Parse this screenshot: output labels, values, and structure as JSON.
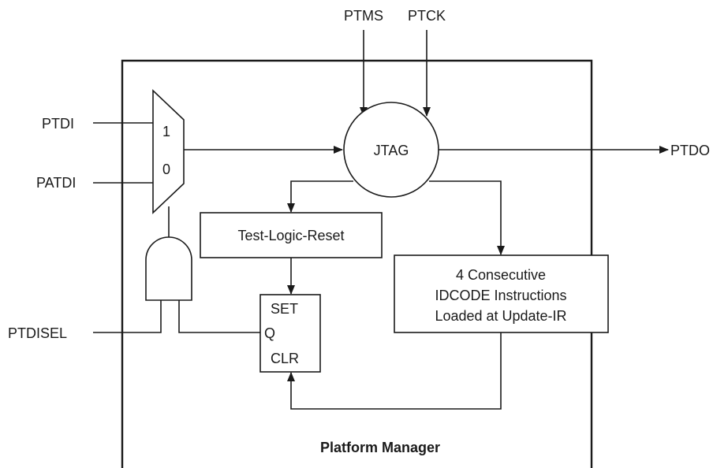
{
  "inputs": {
    "ptms": "PTMS",
    "ptck": "PTCK",
    "ptdi": "PTDI",
    "patdi": "PATDI",
    "ptdisel": "PTDISEL"
  },
  "outputs": {
    "ptdo": "PTDO"
  },
  "mux": {
    "in1": "1",
    "in0": "0"
  },
  "jtag": {
    "label": "JTAG"
  },
  "test_logic_reset": {
    "label": "Test-Logic-Reset"
  },
  "idcode_box": {
    "line1": "4 Consecutive",
    "line2": "IDCODE Instructions",
    "line3": "Loaded at Update-IR"
  },
  "flipflop": {
    "set": "SET",
    "q": "Q",
    "clr": "CLR"
  },
  "container": {
    "title": "Platform Manager"
  }
}
